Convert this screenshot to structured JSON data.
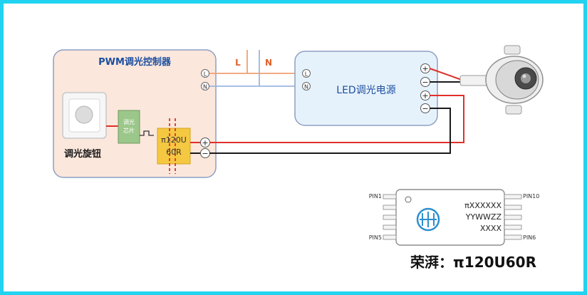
{
  "controller": {
    "title": "PWM调光控制器",
    "knob_label": "调光旋钮",
    "chip_label_line1": "调光",
    "chip_label_line2": "芯片",
    "isolator_line1": "π120U",
    "isolator_line2": "60R",
    "terminals": [
      "L",
      "N",
      "+",
      "−"
    ]
  },
  "mains": {
    "l_label": "L",
    "n_label": "N"
  },
  "led_driver": {
    "title": "LED调光电源",
    "input_terminals": [
      "L",
      "N"
    ],
    "output_terminals": [
      "+",
      "−",
      "+",
      "−"
    ]
  },
  "ic_package": {
    "pin_top_left": "PIN1",
    "pin_top_right": "PIN10",
    "pin_bottom_left": "PIN5",
    "pin_bottom_right": "PIN6",
    "marking_line1": "πXXXXXX",
    "marking_line2": "YYWWZZ",
    "marking_line3": "XXXX"
  },
  "caption": "荣湃：π120U60R",
  "colors": {
    "frame": "#21d3f0",
    "controller_bg": "#fbe7dc",
    "driver_bg": "#e6f2fb",
    "wire_red": "#e0302a",
    "wire_black": "#1a1a1a",
    "wire_orange": "#f0a070",
    "wire_blue": "#9bb6e0",
    "chip_green": "#9cc78a",
    "isolator_yellow": "#f5c842"
  }
}
